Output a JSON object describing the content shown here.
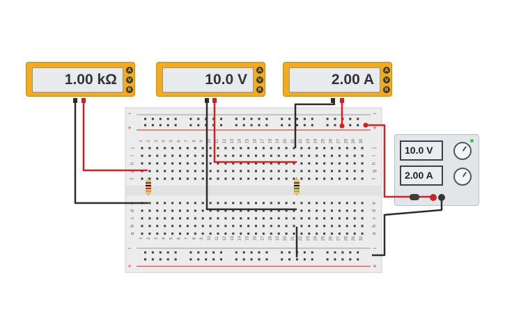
{
  "multimeters": [
    {
      "reading": "1.00 kΩ",
      "buttons": [
        "A",
        "V",
        "R"
      ]
    },
    {
      "reading": "10.0 V",
      "buttons": [
        "A",
        "V",
        "R"
      ]
    },
    {
      "reading": "2.00 A",
      "buttons": [
        "A",
        "V",
        "R"
      ]
    }
  ],
  "power_supply": {
    "voltage": "10.0 V",
    "current": "2.00 A"
  },
  "breadboard": {
    "columns": [
      "1",
      "2",
      "3",
      "4",
      "5",
      "6",
      "7",
      "8",
      "9",
      "10",
      "11",
      "12",
      "13",
      "14",
      "15",
      "16",
      "17",
      "18",
      "19",
      "20",
      "21",
      "22",
      "23",
      "24",
      "25",
      "26",
      "27",
      "28",
      "29",
      "30"
    ],
    "rows_top": [
      "j",
      "i",
      "h",
      "g",
      "f"
    ],
    "rows_bottom": [
      "e",
      "d",
      "c",
      "b",
      "a"
    ],
    "rail_minus": "−",
    "rail_plus": "+"
  },
  "colors": {
    "meter": "#f2ab1c",
    "wire_red": "#d42020",
    "wire_black": "#2b2b2b",
    "board": "#ececec"
  }
}
